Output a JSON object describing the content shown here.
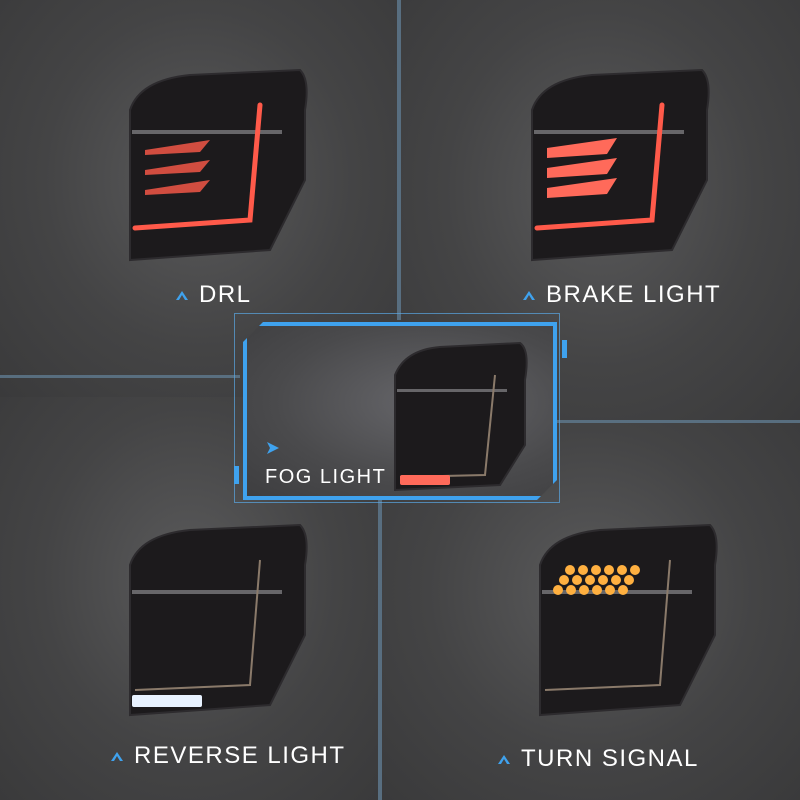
{
  "panels": [
    {
      "id": "drl",
      "label": "DRL",
      "light_color": "#ff5a4a"
    },
    {
      "id": "brake",
      "label": "BRAKE LIGHT",
      "light_color": "#ff5a4a"
    },
    {
      "id": "fog",
      "label": "FOG LIGHT",
      "light_color": "#ff6a5a"
    },
    {
      "id": "reverse",
      "label": "REVERSE LIGHT",
      "light_color": "#e8f2ff"
    },
    {
      "id": "turn",
      "label": "TURN SIGNAL",
      "light_color": "#ffb040"
    }
  ],
  "icons": {
    "label_marker": "chevron-up-icon",
    "fog_marker": "chevron-right-icon"
  },
  "colors": {
    "accent": "#3fa2ee",
    "background": "#3f3f40",
    "text": "#ffffff"
  }
}
